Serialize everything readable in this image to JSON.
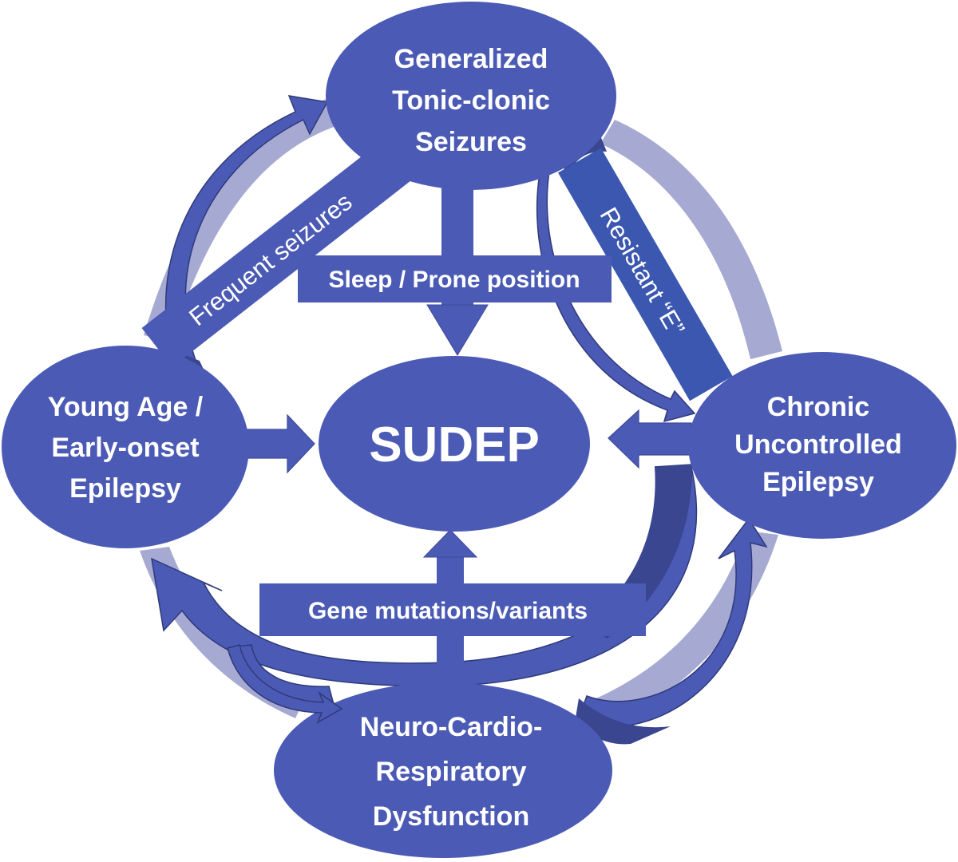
{
  "title": "SUDEP risk factor diagram",
  "colors": {
    "node_fill": "#4b5ab4",
    "node_stroke": "#3d4a9a",
    "ring_fill": "#a6aad2",
    "dark_arrow": "#3a4690",
    "band_fill": "#3b57b0",
    "text": "#ffffff",
    "background": "#ffffff"
  },
  "center": {
    "label": "SUDEP"
  },
  "nodes": {
    "top": {
      "lines": [
        "Generalized",
        "Tonic-clonic",
        "Seizures"
      ]
    },
    "left": {
      "lines": [
        "Young Age /",
        "Early-onset",
        "Epilepsy"
      ]
    },
    "right": {
      "lines": [
        "Chronic",
        "Uncontrolled",
        "Epilepsy"
      ]
    },
    "bottom": {
      "lines": [
        "Neuro-Cardio-",
        "Respiratory",
        "Dysfunction"
      ]
    }
  },
  "connectors": {
    "top_box": {
      "label": "Sleep / Prone position"
    },
    "bottom_box": {
      "label": "Gene mutations/variants"
    },
    "left_band": {
      "label": "Frequent seizures"
    },
    "right_band": {
      "label": "Resistant “E”"
    }
  }
}
